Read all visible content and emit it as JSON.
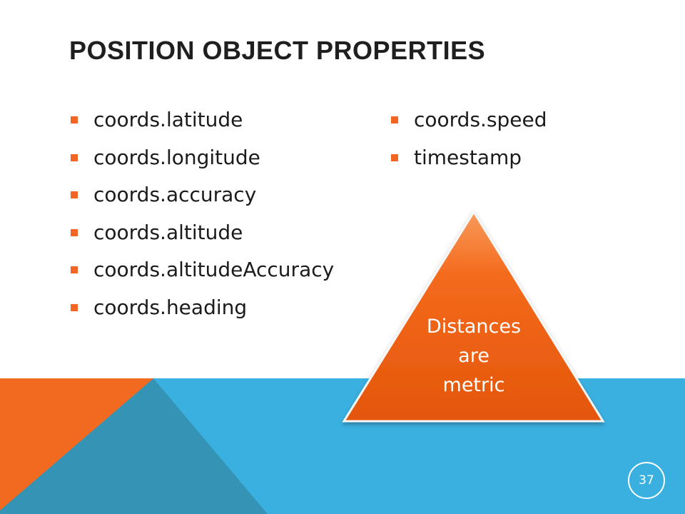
{
  "slide": {
    "title": "POSITION OBJECT PROPERTIES",
    "left_bullets": [
      "coords.latitude",
      "coords.longitude",
      "coords.accuracy",
      "coords.altitude",
      "coords.altitudeAccuracy",
      "coords.heading"
    ],
    "right_bullets": [
      "coords.speed",
      "timestamp"
    ],
    "triangle_text_lines": [
      "Distances",
      "are",
      "metric"
    ],
    "page_number": "37"
  },
  "colors": {
    "accent_orange": "#f26522",
    "band_blue": "#3ab0e0",
    "band_teal": "#3593b5",
    "corner_orange": "#f26a1f"
  },
  "icons": {
    "bullet": "orange-square-bullet-icon"
  }
}
